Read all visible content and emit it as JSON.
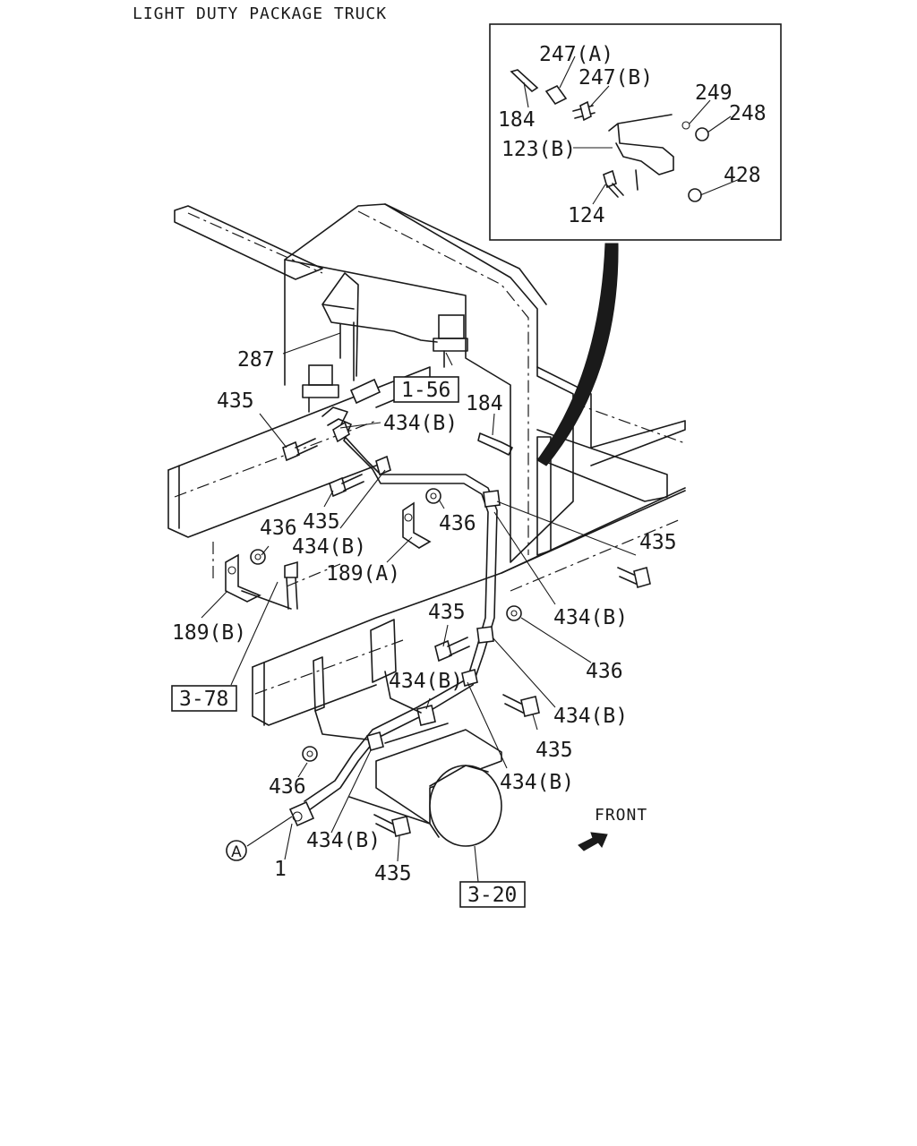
{
  "title": "LIGHT DUTY PACKAGE TRUCK",
  "front_label": "FRONT",
  "circle_ref": "A",
  "section_refs": [
    "1-56",
    "3-78",
    "3-20"
  ],
  "inset_labels": [
    "247(A)",
    "247(B)",
    "184",
    "249",
    "248",
    "123(B)",
    "428",
    "124"
  ],
  "main_labels": [
    "287",
    "435",
    "434(B)",
    "184",
    "435",
    "436",
    "434(B)",
    "189(A)",
    "436",
    "189(B)",
    "435",
    "435",
    "434(B)",
    "436",
    "434(B)",
    "434(B)",
    "435",
    "436",
    "434(B)",
    "434(B)",
    "435",
    "1"
  ]
}
